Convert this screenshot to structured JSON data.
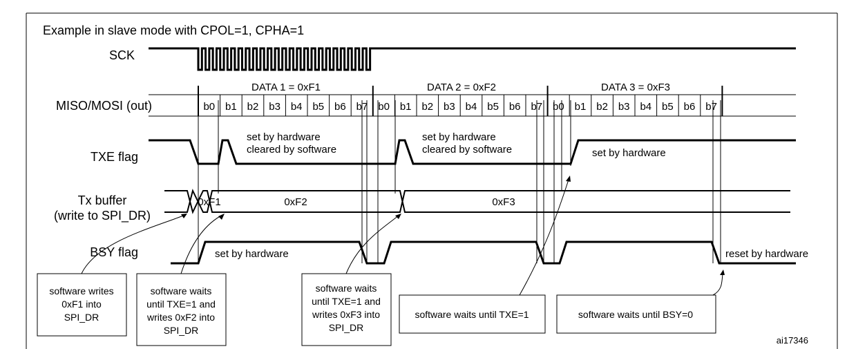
{
  "title": "Example in slave mode with CPOL=1, CPHA=1",
  "signals": {
    "sck": "SCK",
    "miso_mosi": "MISO/MOSI (out)",
    "txe": "TXE flag",
    "tx_buffer_line1": "Tx buffer",
    "tx_buffer_line2": "(write to SPI_DR)",
    "bsy": "BSY flag"
  },
  "data_frames": [
    "DATA 1 = 0xF1",
    "DATA 2 = 0xF2",
    "DATA 3 = 0xF3"
  ],
  "bits": [
    "b0",
    "b1",
    "b2",
    "b3",
    "b4",
    "b5",
    "b6",
    "b7"
  ],
  "txe_annotations": {
    "set_hw_1": "set by hardware",
    "cleared_sw_1": "cleared by software",
    "set_hw_2": "set by hardware",
    "cleared_sw_2": "cleared by software",
    "set_hw_3": "set by hardware"
  },
  "tx_buffer_values": [
    "0xF1",
    "0xF2",
    "0xF3"
  ],
  "bsy_annotations": {
    "set": "set by hardware",
    "reset": "reset by hardware"
  },
  "notes": {
    "n1": [
      "software writes",
      "0xF1 into",
      "SPI_DR"
    ],
    "n2": [
      "software waits",
      "until TXE=1 and",
      "writes 0xF2 into",
      "SPI_DR"
    ],
    "n3": [
      "software waits",
      "until TXE=1 and",
      "writes 0xF3 into",
      "SPI_DR"
    ],
    "n4": [
      "software waits until TXE=1"
    ],
    "n5": [
      "software waits until BSY=0"
    ]
  },
  "figure_id": "ai17346"
}
